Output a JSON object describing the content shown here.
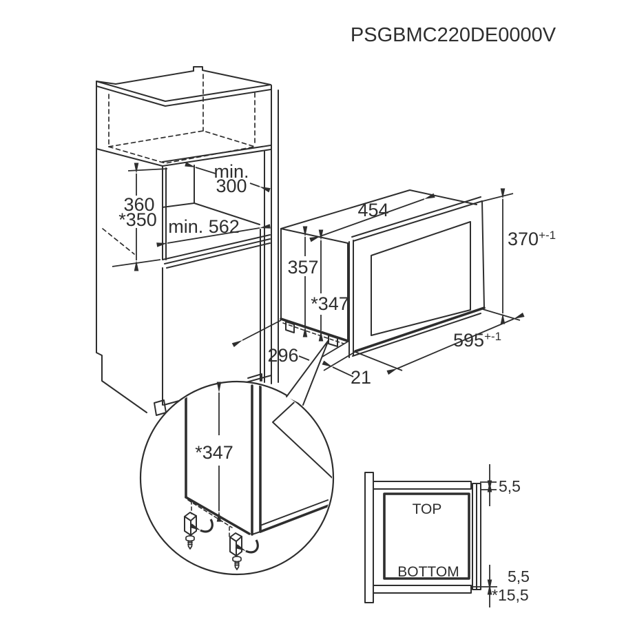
{
  "title": "PSGBMC220DE0000V",
  "cabinet": {
    "niche_depth_line1": "min.",
    "niche_depth_line2": "300",
    "niche_height_line1": "360",
    "niche_height_line2": "*350",
    "niche_width": "min. 562"
  },
  "oven": {
    "top_width": "454",
    "height": "357",
    "height_adjusted": "*347",
    "front_height_value": "370",
    "front_height_tol": "+-1",
    "front_width_value": "595",
    "front_width_tol": "+-1",
    "rear_depth": "296",
    "door_offset": "21"
  },
  "detail": {
    "height_adjusted": "*347"
  },
  "side_view": {
    "top_label": "TOP",
    "bottom_label": "BOTTOM",
    "gap_top": "5,5",
    "gap_bottom": "5,5",
    "gap_total": "*15,5"
  },
  "colors": {
    "line": "#2e2e2e",
    "background": "#ffffff"
  }
}
